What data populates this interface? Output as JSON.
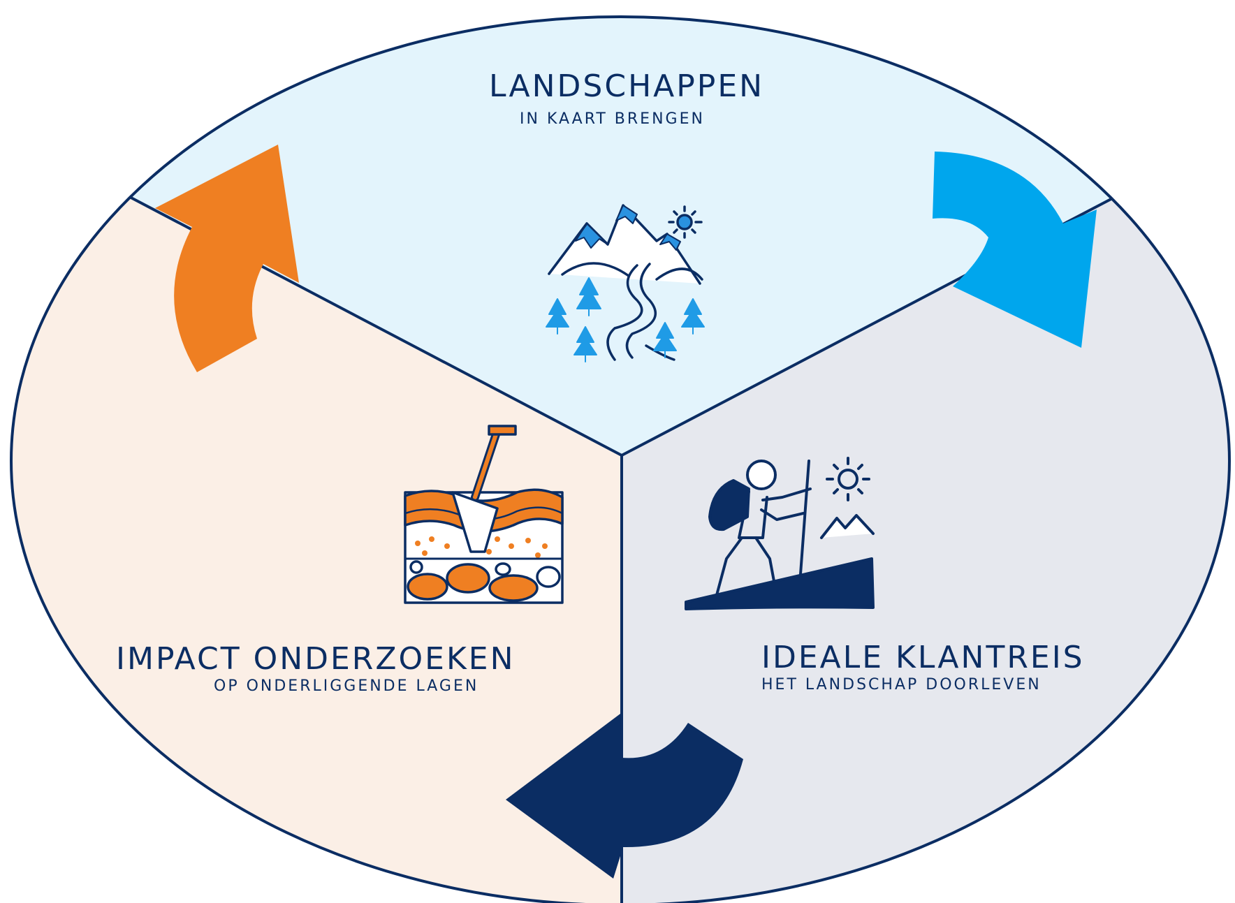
{
  "segments": [
    {
      "id": "landscapes",
      "title": "LANDSCHAPPEN",
      "subtitle": "IN KAART BRENGEN",
      "fill": "#e3f4fc"
    },
    {
      "id": "impact",
      "title": "IMPACT ONDERZOEKEN",
      "subtitle": "OP ONDERLIGGENDE LAGEN",
      "fill": "#fbefe6"
    },
    {
      "id": "journey",
      "title": "IDEALE KLANTREIS",
      "subtitle": "HET LANDSCHAP DOORLEVEN",
      "fill": "#e6e8ee"
    }
  ],
  "colors": {
    "outline": "#0b2d63",
    "arrow_top_left": "#ef7f22",
    "arrow_top_right": "#00a6ed",
    "arrow_bottom": "#0b2d63",
    "mountain_blue": "#2a92e0",
    "tree_blue": "#1f9be6"
  },
  "icons": [
    "mountains-icon",
    "shovel-soil-layers-icon",
    "hiker-icon",
    "cycle-arrow-icon"
  ]
}
